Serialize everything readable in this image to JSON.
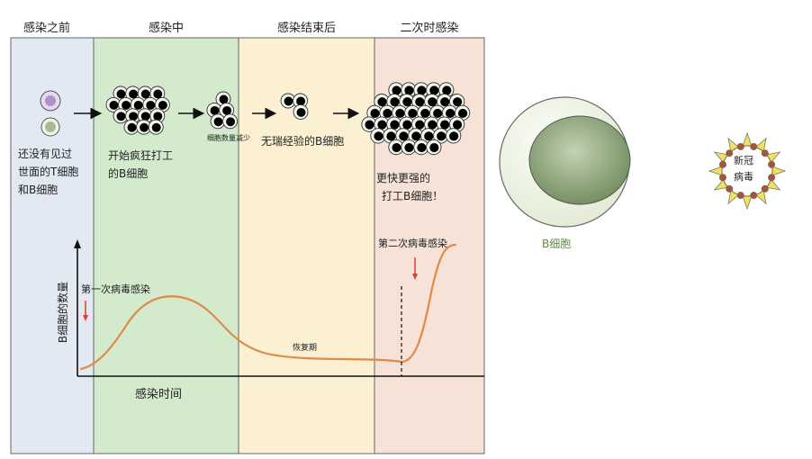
{
  "phases": [
    {
      "title": "感染之前",
      "color": "#e3e9f3"
    },
    {
      "title": "感染中",
      "color": "#d3ebcc"
    },
    {
      "title": "感染结束后",
      "color": "#fcf0d2"
    },
    {
      "title": "二次时感染",
      "color": "#f6e2d6"
    }
  ],
  "notes": {
    "before_line1": "还没有见过",
    "before_line2": "世面的T细胞",
    "before_line3": "和B细胞",
    "during_line1": "开始疯狂打工",
    "during_line2": "的B细胞",
    "decrease": "细胞数量减少",
    "after": "无瑞经验的B细胞",
    "second_line1": "更快更强的",
    "second_line2": "打工B细胞！"
  },
  "chart": {
    "ylabel": "B细胞的数量",
    "xlabel": "感染时间",
    "first_infection": "第一次病毒感染",
    "recovery": "恢复期",
    "second_infection": "第二次病毒感染"
  },
  "legend": {
    "bcell": "B细胞",
    "virus_line1": "新冠",
    "virus_line2": "病毒"
  },
  "colors": {
    "curve": "#e08a4a",
    "arrow_red": "#d9412b",
    "bcell_outer": "#f1f6e6",
    "bcell_inner": "#7d9a66",
    "memory_cell": "#8e9fc8",
    "naive_t_cell": "#b193c7",
    "virus_spike": "#f2e25a",
    "virus_dot": "#9a5a40"
  }
}
